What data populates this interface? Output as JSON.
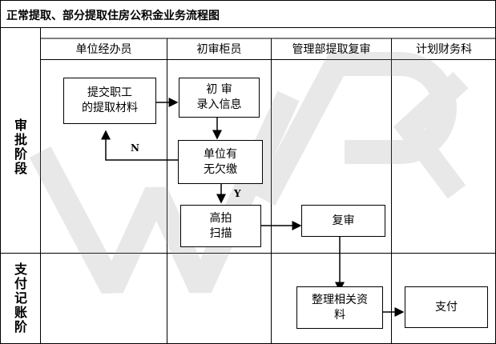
{
  "title": "正常提取、部分提取住房公积金业务流程图",
  "columns": [
    "单位经办员",
    "初审柜员",
    "管理部提取复审",
    "计划财务科"
  ],
  "phases": {
    "approval": "审批阶段",
    "payment": "支付记账阶"
  },
  "nodes": {
    "submit": [
      "提交职工",
      "的提取材料"
    ],
    "initial_review": [
      "初 审",
      "录入信息"
    ],
    "arrears_check": [
      "单位有",
      "无欠缴"
    ],
    "scan": [
      "高拍",
      "扫描"
    ],
    "recheck": [
      "复审"
    ],
    "organize": [
      "整理相关资",
      "料"
    ],
    "pay": [
      "支付"
    ]
  },
  "edge_labels": {
    "no": "N",
    "yes": "Y"
  }
}
